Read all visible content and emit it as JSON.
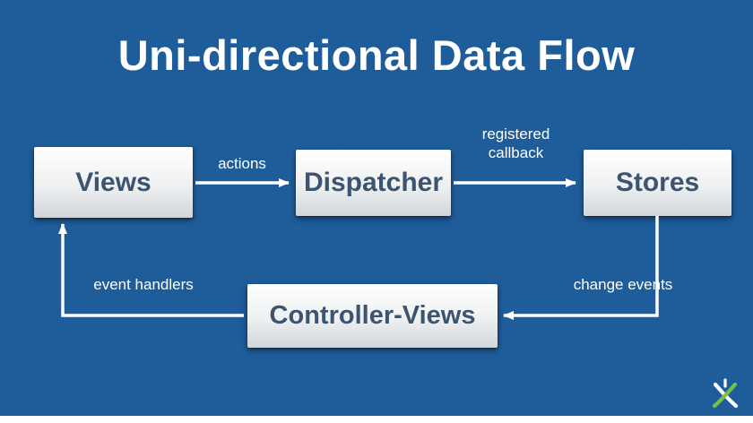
{
  "slide": {
    "title": "Uni-directional Data Flow"
  },
  "nodes": {
    "views": "Views",
    "dispatcher": "Dispatcher",
    "stores": "Stores",
    "controller_views": "Controller-Views"
  },
  "edges": {
    "actions": "actions",
    "registered_callback": "registered callback",
    "change_events": "change events",
    "event_handlers": "event handlers"
  },
  "colors": {
    "background": "#1f5c9a",
    "box_text": "#3b5570",
    "arrow": "#ffffff",
    "logo_green": "#7ac143"
  }
}
